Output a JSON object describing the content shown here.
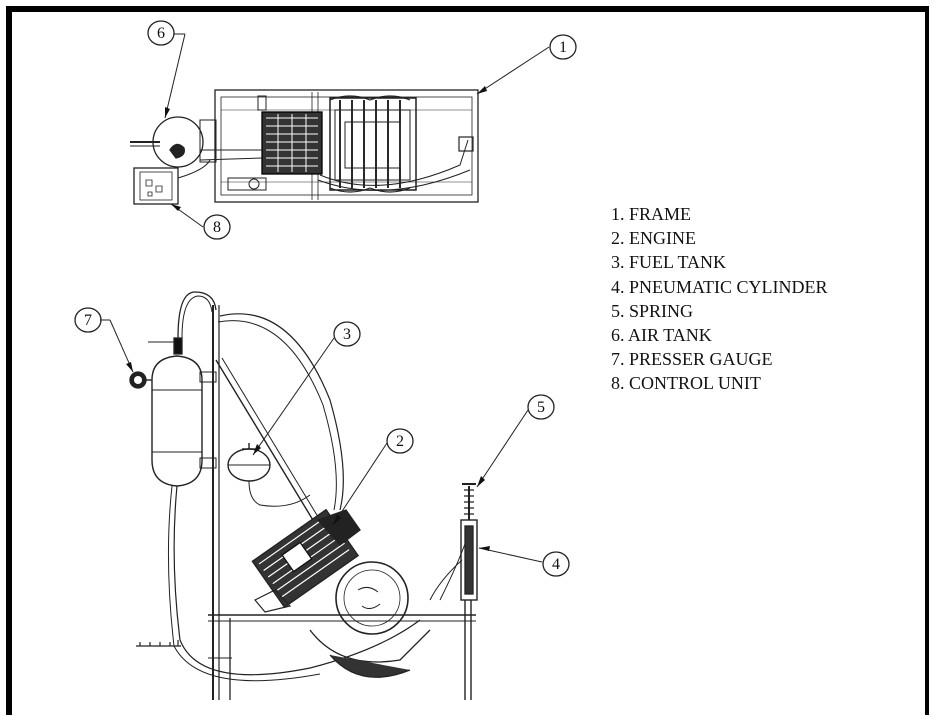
{
  "callouts": [
    {
      "n": "1"
    },
    {
      "n": "2"
    },
    {
      "n": "3"
    },
    {
      "n": "4"
    },
    {
      "n": "5"
    },
    {
      "n": "6"
    },
    {
      "n": "7"
    },
    {
      "n": "8"
    }
  ],
  "legend": [
    "1. FRAME",
    "2. ENGINE",
    "3. FUEL TANK",
    "4. PNEUMATIC CYLINDER",
    "5. SPRING",
    "6. AIR TANK",
    "7. PRESSER GAUGE",
    "8. CONTROL UNIT"
  ],
  "colors": {
    "line": "#222222",
    "border": "#000000"
  }
}
